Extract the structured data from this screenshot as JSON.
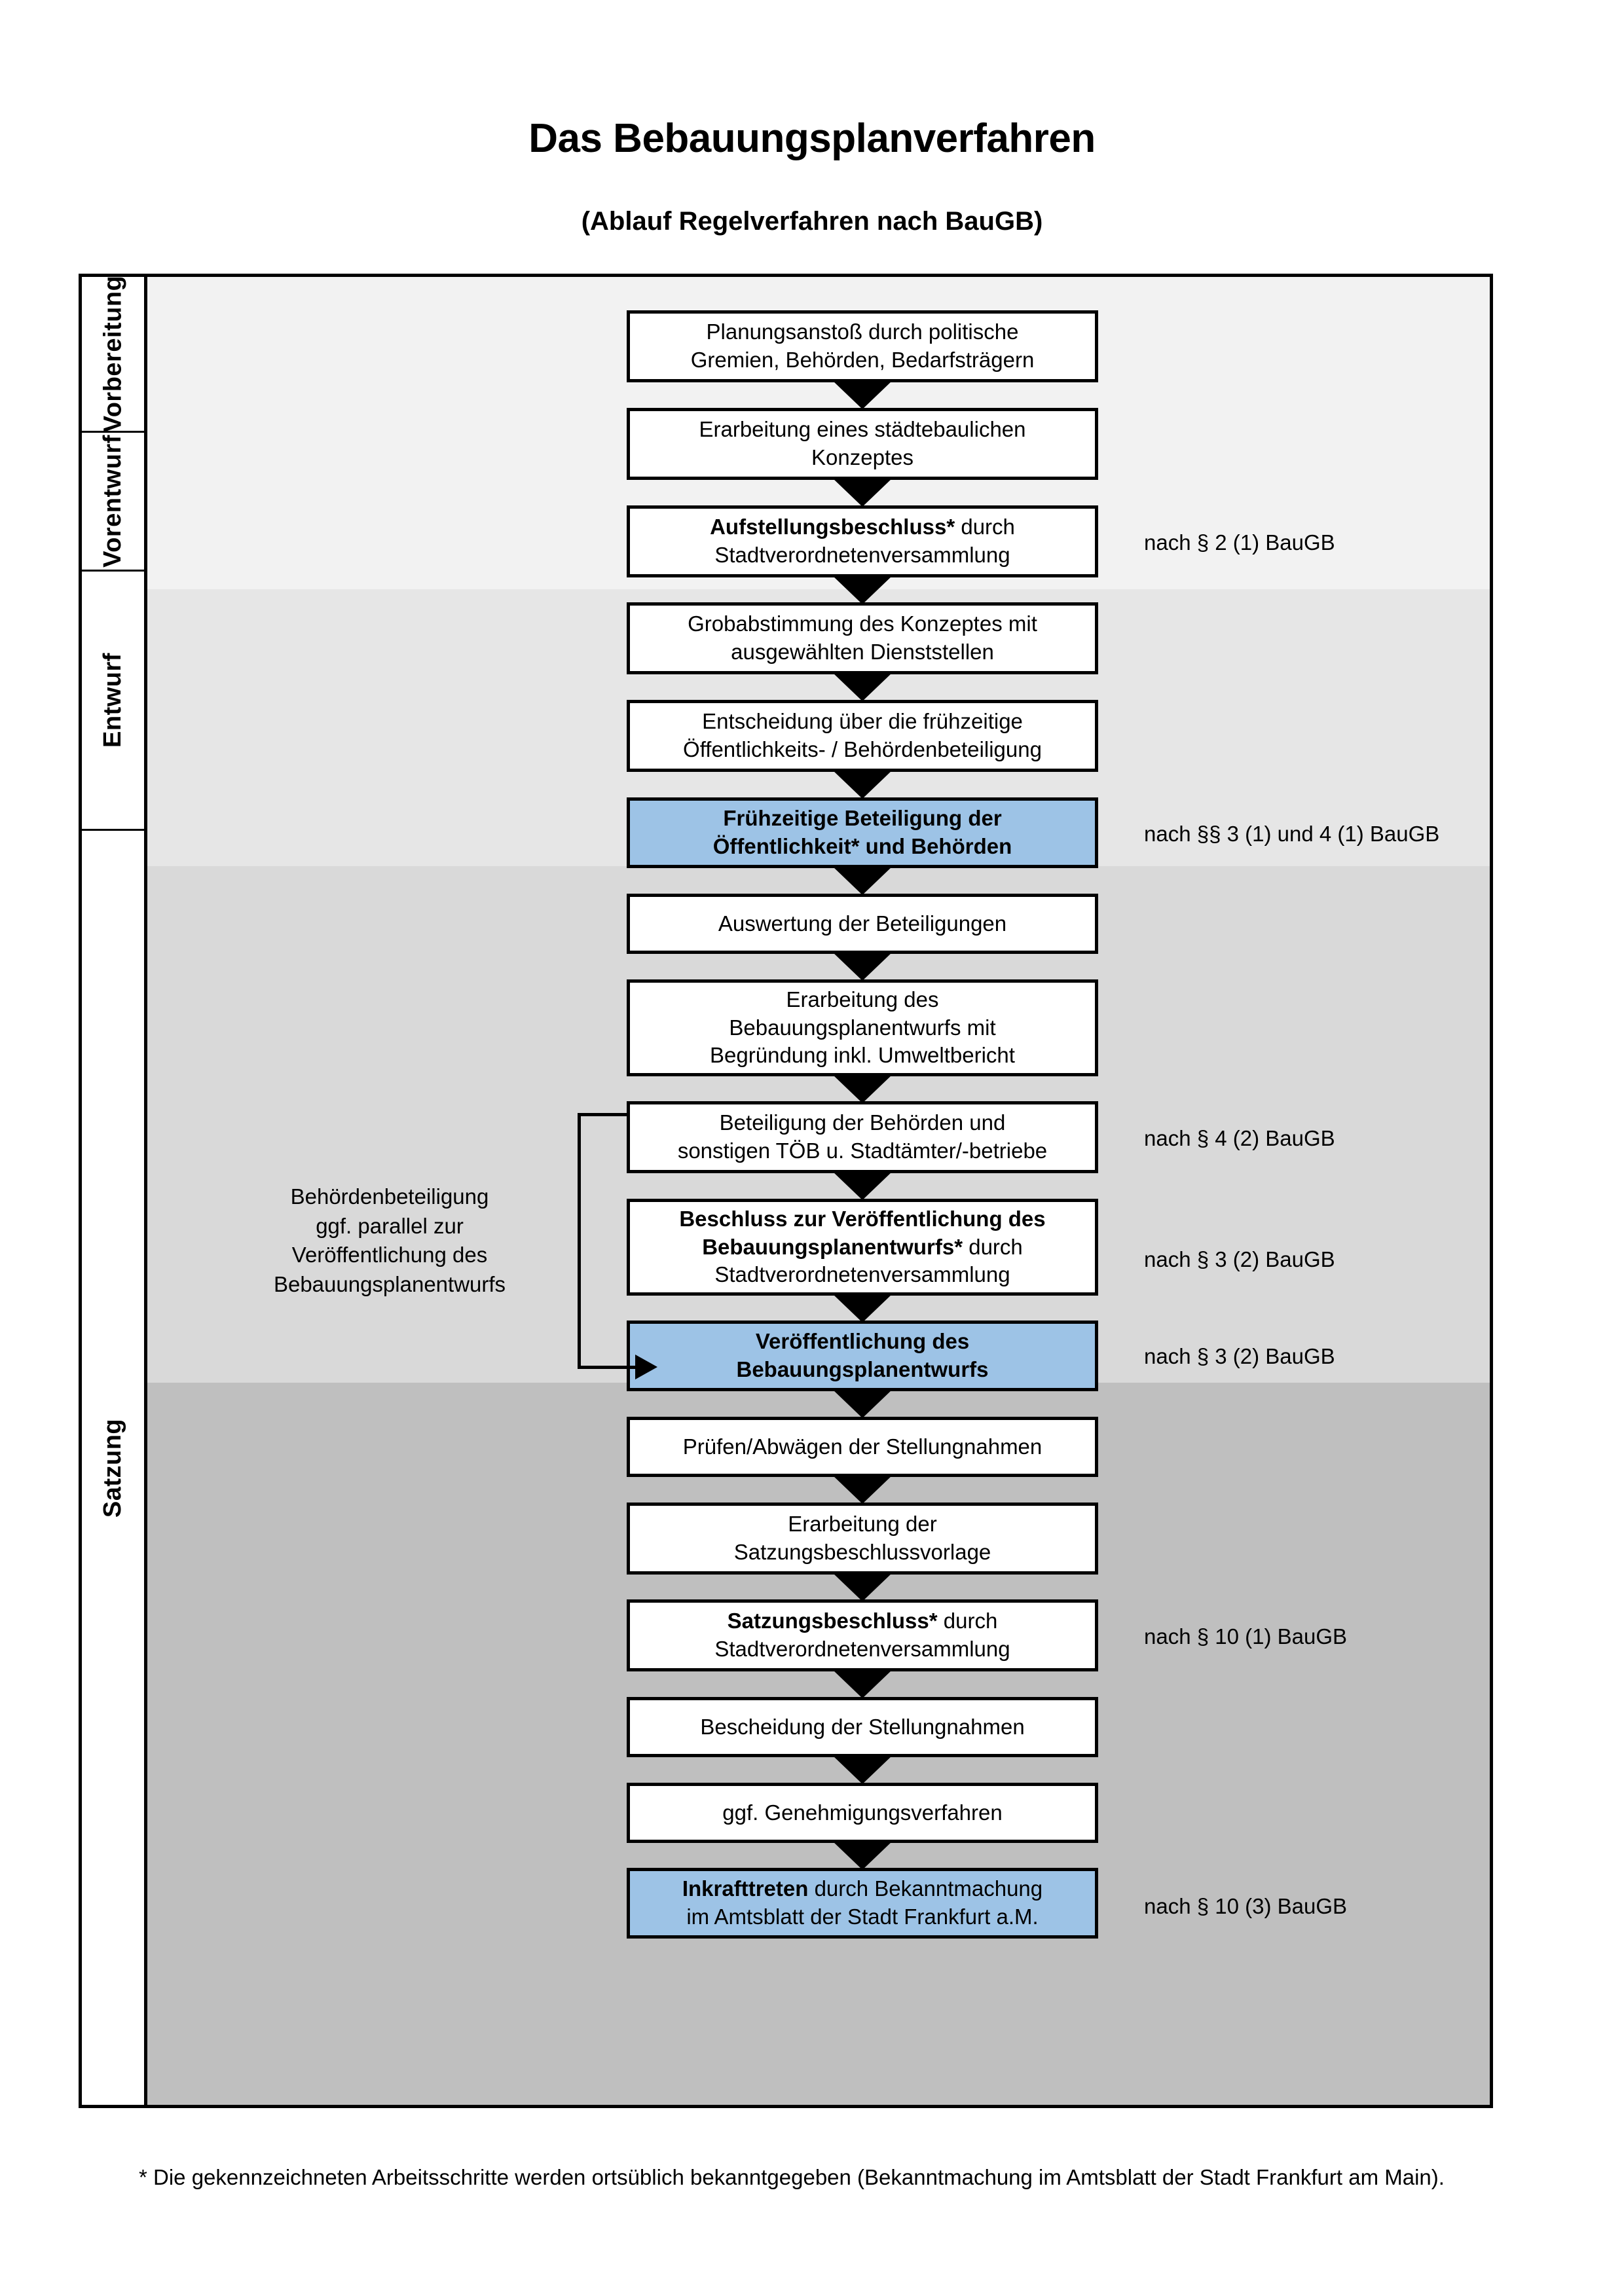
{
  "header": {
    "title": "Das Bebauungsplanverfahren",
    "subtitle": "(Ablauf Regelverfahren nach BauGB)"
  },
  "phases": [
    {
      "label": "Vorbereitung",
      "bg": "#f2f2f2"
    },
    {
      "label": "Vorentwurf",
      "bg": "#e6e6e6"
    },
    {
      "label": "Entwurf",
      "bg": "#d9d9d9"
    },
    {
      "label": "Satzung",
      "bg": "#bfbfbf"
    }
  ],
  "steps": [
    {
      "id": 1,
      "phase": "Vorbereitung",
      "lines": [
        "Planungsanstoß durch politische",
        "Gremien, Behörden, Bedarfsträgern"
      ],
      "bold": "",
      "highlight": false
    },
    {
      "id": 2,
      "phase": "Vorbereitung",
      "lines": [
        "Erarbeitung eines städtebaulichen",
        "Konzeptes"
      ],
      "bold": "",
      "highlight": false
    },
    {
      "id": 3,
      "phase": "Vorbereitung",
      "lines": [
        "Aufstellungsbeschluss* durch",
        "Stadtverordnetenversammlung"
      ],
      "bold": "Aufstellungsbeschluss*",
      "highlight": false
    },
    {
      "id": 4,
      "phase": "Vorentwurf",
      "lines": [
        "Grobabstimmung des Konzeptes mit",
        "ausgewählten Dienststellen"
      ],
      "bold": "",
      "highlight": false
    },
    {
      "id": 5,
      "phase": "Vorentwurf",
      "lines": [
        "Entscheidung über die frühzeitige",
        "Öffentlichkeits- / Behördenbeteiligung"
      ],
      "bold": "",
      "highlight": false
    },
    {
      "id": 6,
      "phase": "Vorentwurf",
      "lines": [
        "Frühzeitige Beteiligung der",
        "Öffentlichkeit* und Behörden"
      ],
      "bold": "all",
      "highlight": true
    },
    {
      "id": 7,
      "phase": "Entwurf",
      "lines": [
        "Auswertung der Beteiligungen"
      ],
      "bold": "",
      "highlight": false
    },
    {
      "id": 8,
      "phase": "Entwurf",
      "lines": [
        "Erarbeitung des",
        "Bebauungsplanentwurfs mit",
        "Begründung inkl. Umweltbericht"
      ],
      "bold": "",
      "highlight": false
    },
    {
      "id": 9,
      "phase": "Entwurf",
      "lines": [
        "Beteiligung der Behörden und",
        "sonstigen TÖB u. Stadtämter/-betriebe"
      ],
      "bold": "",
      "highlight": false
    },
    {
      "id": 10,
      "phase": "Entwurf",
      "lines": [
        "Beschluss zur Veröffentlichung des",
        "Bebauungsplanentwurfs* durch",
        "Stadtverordnetenversammlung"
      ],
      "bold": "Beschluss zur Veröffentlichung des Bebauungsplanentwurfs*",
      "highlight": false
    },
    {
      "id": 11,
      "phase": "Entwurf",
      "lines": [
        "Veröffentlichung des",
        "Bebauungsplanentwurfs"
      ],
      "bold": "all",
      "highlight": true
    },
    {
      "id": 12,
      "phase": "Satzung",
      "lines": [
        "Prüfen/Abwägen der Stellungnahmen"
      ],
      "bold": "",
      "highlight": false
    },
    {
      "id": 13,
      "phase": "Satzung",
      "lines": [
        "Erarbeitung der",
        "Satzungsbeschlussvorlage"
      ],
      "bold": "",
      "highlight": false
    },
    {
      "id": 14,
      "phase": "Satzung",
      "lines": [
        "Satzungsbeschluss* durch",
        "Stadtverordnetenversammlung"
      ],
      "bold": "Satzungsbeschluss*",
      "highlight": false
    },
    {
      "id": 15,
      "phase": "Satzung",
      "lines": [
        "Bescheidung der Stellungnahmen"
      ],
      "bold": "",
      "highlight": false
    },
    {
      "id": 16,
      "phase": "Satzung",
      "lines": [
        "ggf. Genehmigungsverfahren"
      ],
      "bold": "",
      "highlight": false
    },
    {
      "id": 17,
      "phase": "Satzung",
      "lines": [
        "Inkrafttreten durch Bekanntmachung",
        "im Amtsblatt der Stadt Frankfurt a.M."
      ],
      "bold": "Inkrafttreten",
      "highlight": true
    }
  ],
  "step_text": {
    "s1l1": "Planungsanstoß durch politische",
    "s1l2": "Gremien, Behörden, Bedarfsträgern",
    "s2l1": "Erarbeitung eines städtebaulichen",
    "s2l2": "Konzeptes",
    "s3b": "Aufstellungsbeschluss*",
    "s3r": " durch",
    "s3l2": "Stadtverordnetenversammlung",
    "s4l1": "Grobabstimmung des Konzeptes mit",
    "s4l2": "ausgewählten Dienststellen",
    "s5l1": "Entscheidung über die frühzeitige",
    "s5l2": "Öffentlichkeits- / Behördenbeteiligung",
    "s6l1": "Frühzeitige Beteiligung der",
    "s6l2": "Öffentlichkeit* und Behörden",
    "s7l1": "Auswertung der Beteiligungen",
    "s8l1": "Erarbeitung des",
    "s8l2": "Bebauungsplanentwurfs mit",
    "s8l3": "Begründung inkl. Umweltbericht",
    "s9l1": "Beteiligung der Behörden und",
    "s9l2": "sonstigen TÖB u. Stadtämter/-betriebe",
    "s10b1": "Beschluss zur Veröffentlichung des",
    "s10b2": "Bebauungsplanentwurfs*",
    "s10r": " durch",
    "s10l3": "Stadtverordnetenversammlung",
    "s11l1": "Veröffentlichung des",
    "s11l2": "Bebauungsplanentwurfs",
    "s12l1": "Prüfen/Abwägen der Stellungnahmen",
    "s13l1": "Erarbeitung der",
    "s13l2": "Satzungsbeschlussvorlage",
    "s14b": "Satzungsbeschluss*",
    "s14r": " durch",
    "s14l2": "Stadtverordnetenversammlung",
    "s15l1": "Bescheidung der Stellungnahmen",
    "s16l1": "ggf. Genehmigungsverfahren",
    "s17b": "Inkrafttreten",
    "s17r": " durch Bekanntmachung",
    "s17l2": "im Amtsblatt der Stadt Frankfurt a.M."
  },
  "references": [
    {
      "text": "nach § 2 (1) BauGB",
      "step": 3
    },
    {
      "text": "nach §§ 3 (1) und 4 (1) BauGB",
      "step": 6
    },
    {
      "text": "nach § 4 (2) BauGB",
      "step": 9
    },
    {
      "text": "nach § 3 (2) BauGB",
      "step": 10
    },
    {
      "text": "nach § 3 (2) BauGB",
      "step": 11
    },
    {
      "text": "nach § 10 (1) BauGB",
      "step": 14
    },
    {
      "text": "nach § 10 (3) BauGB",
      "step": 17
    }
  ],
  "side_note": {
    "l1": "Behördenbeteiligung",
    "l2": "ggf. parallel zur",
    "l3": "Veröffentlichung des",
    "l4": "Bebauungsplanentwurfs"
  },
  "footnote": {
    "text": "* Die gekennzeichneten Arbeitsschritte werden ortsüblich bekanntgegeben (Bekanntmachung im Amtsblatt  der Stadt Frankfurt am Main)."
  },
  "colors": {
    "highlight_fill": "#9dc3e6",
    "band1": "#f2f2f2",
    "band2": "#e6e6e6",
    "band3": "#d9d9d9",
    "band4": "#bfbfbf",
    "stroke": "#000000"
  }
}
